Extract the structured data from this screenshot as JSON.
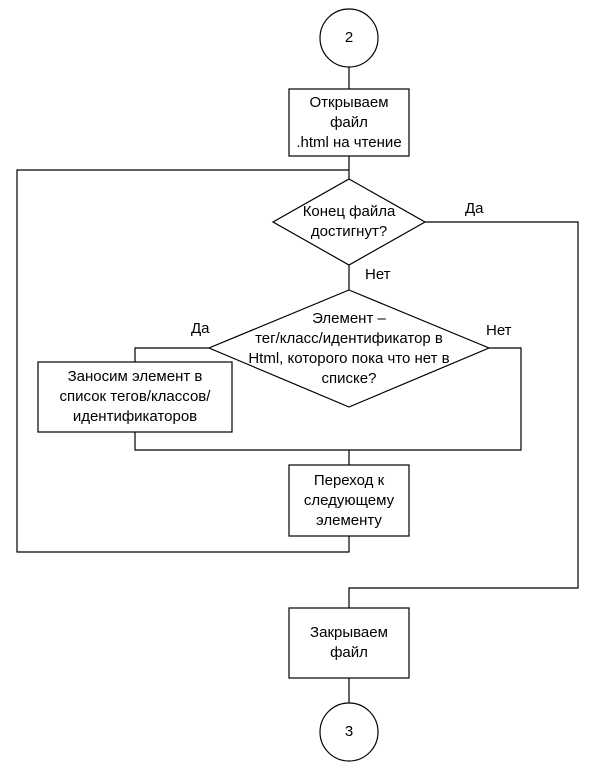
{
  "connectors": {
    "start": "2",
    "end": "3"
  },
  "nodes": {
    "open_file": "Открываем файл\n.html на чтение",
    "eof_check": "Конец файла\nдостигнут?",
    "element_check": "Элемент –\nтег/класс/идентификатор в\nHtml, которого пока что нет в\nсписке?",
    "add_element": "Заносим элемент в\nсписок тегов/классов/\nидентификаторов",
    "next_element": "Переход к\nследующему\nэлементу",
    "close_file": "Закрываем\nфайл"
  },
  "edge_labels": {
    "eof_yes": "Да",
    "eof_no": "Нет",
    "element_yes": "Да",
    "element_no": "Нет"
  }
}
